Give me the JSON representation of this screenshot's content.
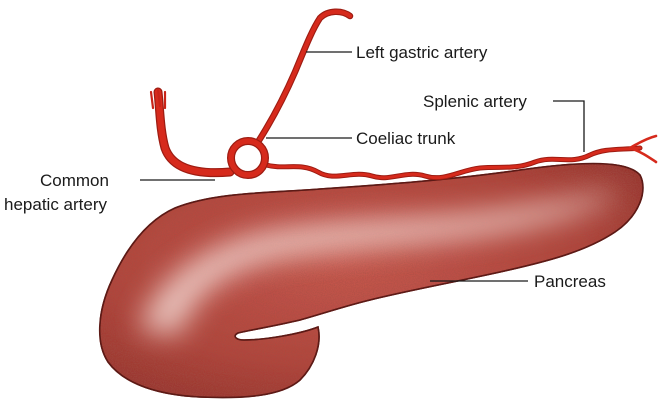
{
  "labels": {
    "left_gastric_artery": "Left gastric artery",
    "splenic_artery": "Splenic artery",
    "coeliac_trunk": "Coeliac trunk",
    "common_hepatic_artery_line1": "Common",
    "common_hepatic_artery_line2": "hepatic artery",
    "pancreas": "Pancreas"
  },
  "colors": {
    "artery": "#d62a1c",
    "artery_dark": "#9e1c12",
    "pancreas_base": "#b5473e",
    "pancreas_dark": "#7a2621",
    "pancreas_highlight": "#f4e4df",
    "label_text": "#1a1a1a"
  }
}
